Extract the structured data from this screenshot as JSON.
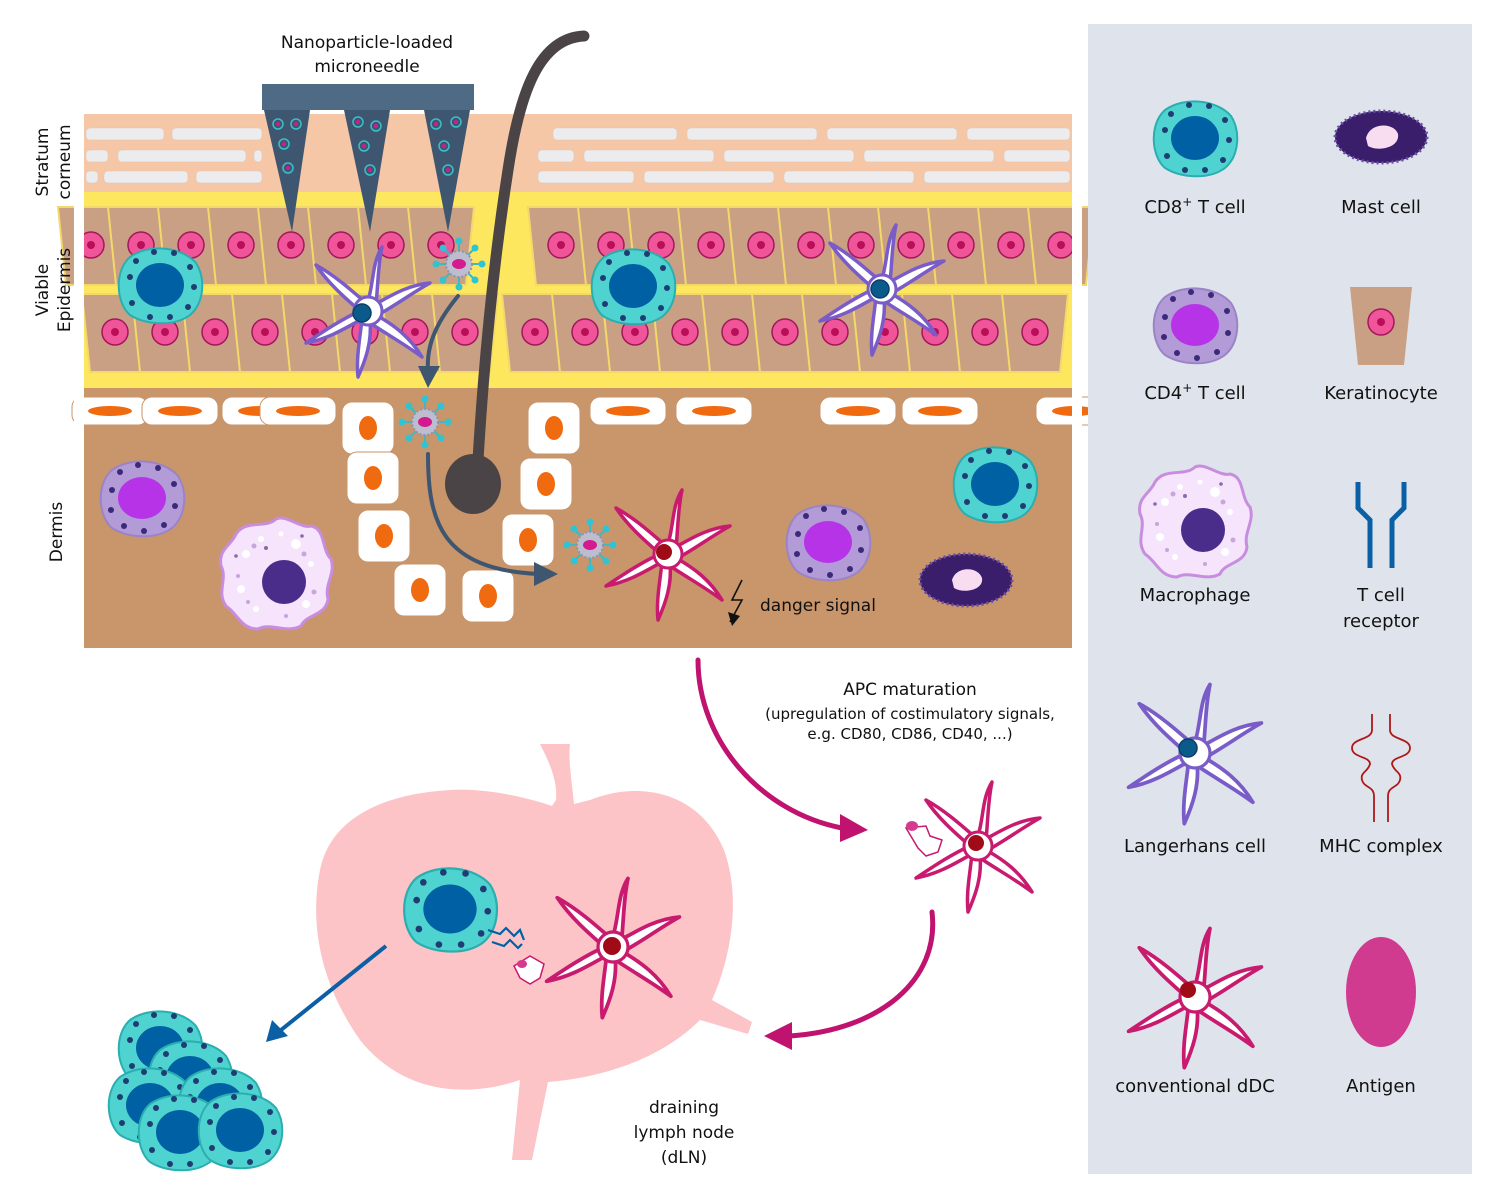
{
  "labels": {
    "microneedle_line1": "Nanoparticle-loaded",
    "microneedle_line2": "microneedle",
    "stratum_line1": "Stratum",
    "stratum_line2": "corneum",
    "viable_line1": "Viable",
    "viable_line2": "Epidermis",
    "dermis": "Dermis",
    "danger_signal": "danger signal",
    "apc_title": "APC maturation",
    "apc_line2": "(upregulation of costimulatory signals,",
    "apc_line3": "e.g. CD80, CD86, CD40, ...)",
    "dln_line1": "draining",
    "dln_line2": "lymph node",
    "dln_line3": "(dLN)"
  },
  "legend": {
    "cd8_prefix": "CD8",
    "cd8_sup": "+",
    "cd8_suffix": " T cell",
    "mast": "Mast cell",
    "cd4_prefix": "CD4",
    "cd4_sup": "+",
    "cd4_suffix": " T cell",
    "keratinocyte": "Keratinocyte",
    "macrophage": "Macrophage",
    "tcr_line1": "T cell",
    "tcr_line2": "receptor",
    "langerhans": "Langerhans cell",
    "mhc": "MHC complex",
    "ddc": "conventional dDC",
    "antigen": "Antigen"
  },
  "colors": {
    "stratum": "#f6c7a6",
    "epidermis": "#fde75f",
    "dermis": "#c9956a",
    "keratinocyte": "#c9a083",
    "nucleus_pink": "#f0559a",
    "tcell_cyan": "#4fd3d1",
    "tcell_nucleus": "#0060a4",
    "cd4_body": "#b39bd8",
    "cd4_nucleus": "#b633e8",
    "langerhans": "#7a5cc8",
    "ddc": "#c81a6e",
    "lymph_node": "#fcc4c6",
    "legend_bg": "#dfe4ec",
    "arrow_blue": "#3f5670",
    "arrow_magenta": "#c0136f",
    "hair": "#4a4446"
  }
}
